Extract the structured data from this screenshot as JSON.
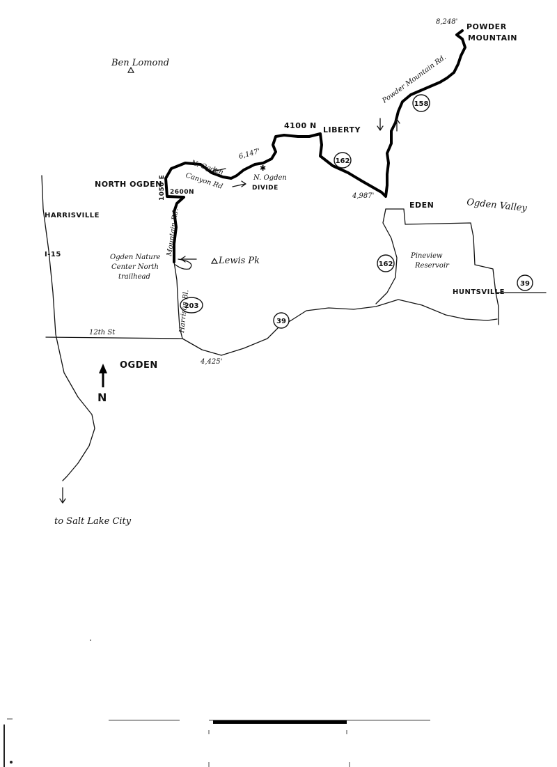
{
  "labels": {
    "powder_mountain": "POWDER",
    "powder_mountain_2": "MOUNTAIN",
    "summit_elev": "8,248'",
    "powder_mountain_rd": "Powder Mountain Rd.",
    "ben_lomond": "Ben Lomond",
    "liberty": "LIBERTY",
    "street_4100n": "4100 N",
    "elev_divide": "6,147'",
    "north_ogden_canyon_1": "N. Ogden",
    "north_ogden_canyon_2": "Canyon Rd",
    "divide_1": "N. Ogden",
    "divide_2": "DIVIDE",
    "north_ogden": "NORTH OGDEN",
    "street_1050e": "1050 E",
    "street_2600n": "2600N",
    "elev_eden": "4,987'",
    "eden": "EDEN",
    "ogden_valley": "Ogden Valley",
    "harrisville": "HARRISVILLE",
    "mountain_rd": "Mountain Rd.",
    "i15": "I-15",
    "nature_center_1": "Ogden Nature",
    "nature_center_2": "Center North",
    "nature_center_3": "trailhead",
    "lewis_peak": "Lewis Pk",
    "pineview_1": "Pineview",
    "pineview_2": "Reservoir",
    "huntsville": "HUNTSVILLE",
    "harrison_bl": "Harrison Bl.",
    "street_12th": "12th St",
    "elev_ogden": "4,425'",
    "ogden": "OGDEN",
    "north": "N",
    "to_slc": "to Salt Lake City"
  },
  "shields": {
    "r158": "158",
    "r162_north": "162",
    "r162_south": "162",
    "r203": "203",
    "r39_west": "39",
    "r39_east": "39"
  },
  "icons": {
    "peak": "triangle-peak-icon",
    "north_arrow": "north-arrow-icon",
    "direction_arrow": "direction-arrow-icon"
  },
  "colors": {
    "route": "#000000",
    "roads": "#111111",
    "background": "#ffffff"
  }
}
